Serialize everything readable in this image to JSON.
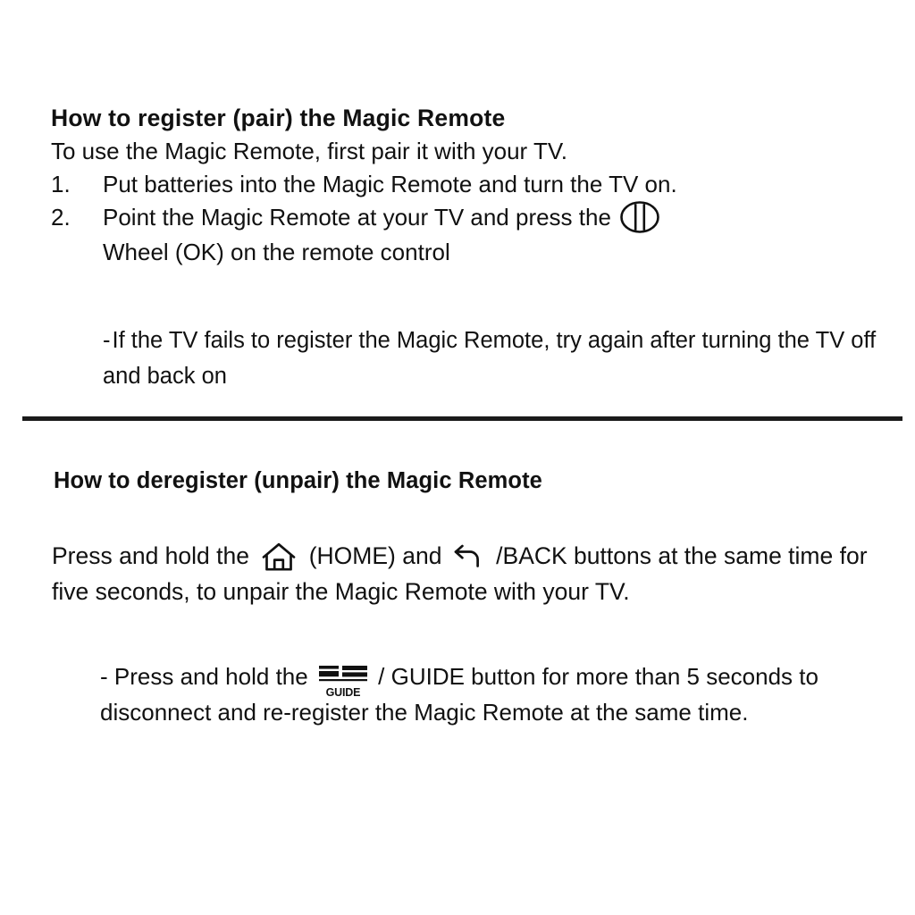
{
  "document": {
    "background_color": "#ffffff",
    "text_color": "#111111",
    "divider_color": "#1a1a1a"
  },
  "section_register": {
    "heading": "How to  register (pair)  the  Magic  Remote",
    "lead": "To use the  Magic  Remote, first  pair it with your  TV.",
    "steps": [
      {
        "number": "1.",
        "text": "Put batteries into the Magic Remote and turn the TV on."
      },
      {
        "number": "2.",
        "text_before_icon": "Point the  Magic  Remote  at  your TV  and press  the ",
        "icon": "wheel-ok-icon",
        "text_continued": "Wheel (OK) on the remote control"
      }
    ],
    "note": {
      "dash": "-",
      "text": "If  the TV  fails  to register  the Magic  Remote,  try again  after turning the  TV off  and back on"
    }
  },
  "section_deregister": {
    "heading": "How to deregister (unpair) the Magic Remote",
    "paragraph": {
      "part1": "Press and hold  the ",
      "icon_home": "home-icon",
      "part2": " (HOME)  and ",
      "icon_back": "back-icon",
      "part3": " /BACK buttons at the same time for five seconds, to unpair the Magic Remote with your TV."
    },
    "note": {
      "dash": "-",
      "part1": " Press and hold the ",
      "icon_guide": "guide-icon",
      "guide_icon_label": "GUIDE",
      "part2": " / GUIDE button for more than 5 seconds to disconnect and re-register the Magic Remote at the same time."
    }
  }
}
